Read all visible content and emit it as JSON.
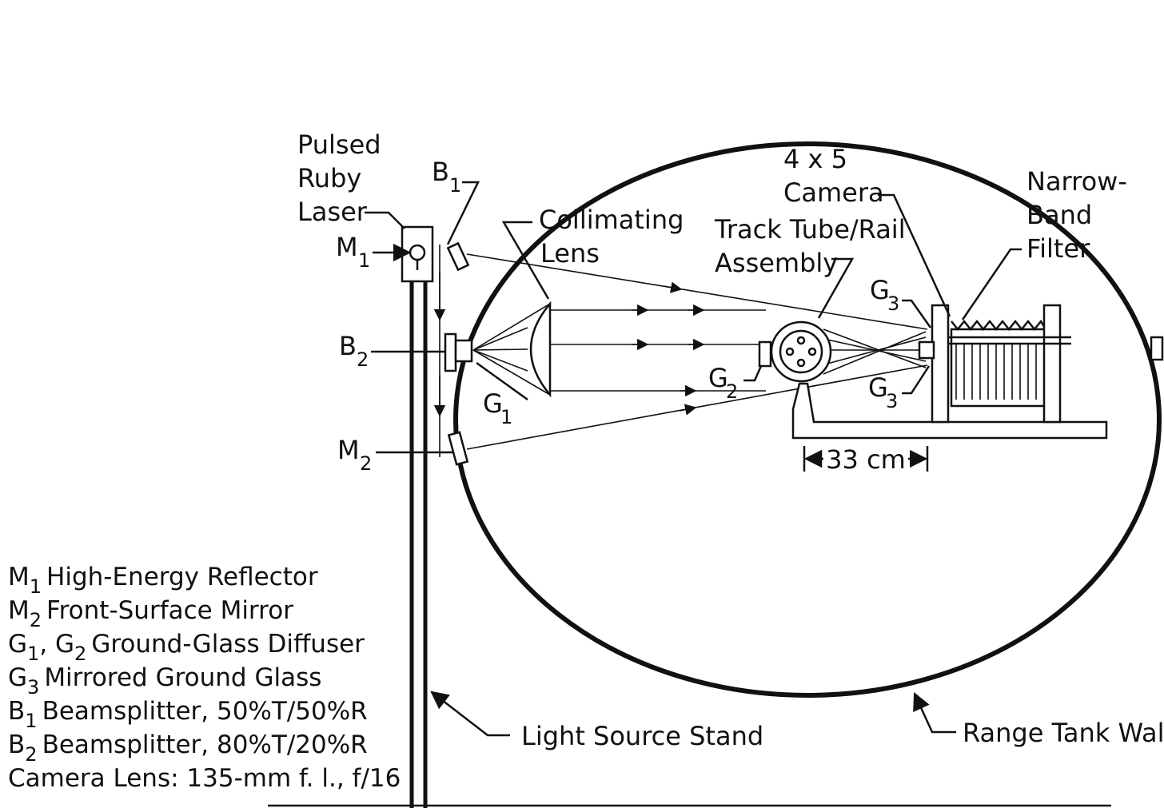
{
  "labels": {
    "laser": [
      "Pulsed",
      "Ruby",
      "Laser"
    ],
    "m1": "M",
    "m1_sub": "1",
    "b1": "B",
    "b1_sub": "1",
    "b2": "B",
    "b2_sub": "2",
    "m2": "M",
    "m2_sub": "2",
    "g1": "G",
    "g1_sub": "1",
    "g2": "G",
    "g2_sub": "2",
    "g3_top": "G",
    "g3_top_sub": "3",
    "g3_bottom": "G",
    "g3_bottom_sub": "3",
    "collimating_lens": [
      "Collimating",
      "Lens"
    ],
    "camera": [
      "4 x 5",
      "Camera"
    ],
    "track": [
      "Track Tube/Rail",
      "Assembly"
    ],
    "filter": [
      "Narrow-",
      "Band",
      "Filter"
    ],
    "dimension": "33 cm",
    "stand": "Light Source Stand",
    "tank_wall": "Range Tank Wall"
  },
  "legend": [
    {
      "sym": "M",
      "sub": "1",
      "text": "High-Energy Reflector"
    },
    {
      "sym": "M",
      "sub": "2",
      "text": "Front-Surface Mirror"
    },
    {
      "sym": "G",
      "sub": "1",
      "mid": ", G",
      "sub2": "2",
      "text": "Ground-Glass Diffuser"
    },
    {
      "sym": "G",
      "sub": "3",
      "text": "Mirrored Ground Glass"
    },
    {
      "sym": "B",
      "sub": "1",
      "text": "Beamsplitter, 50%T/50%R"
    },
    {
      "sym": "B",
      "sub": "2",
      "text": "Beamsplitter, 80%T/20%R"
    },
    {
      "sym": "",
      "sub": "",
      "text": "Camera Lens:  135-mm f. l., f/16"
    }
  ]
}
